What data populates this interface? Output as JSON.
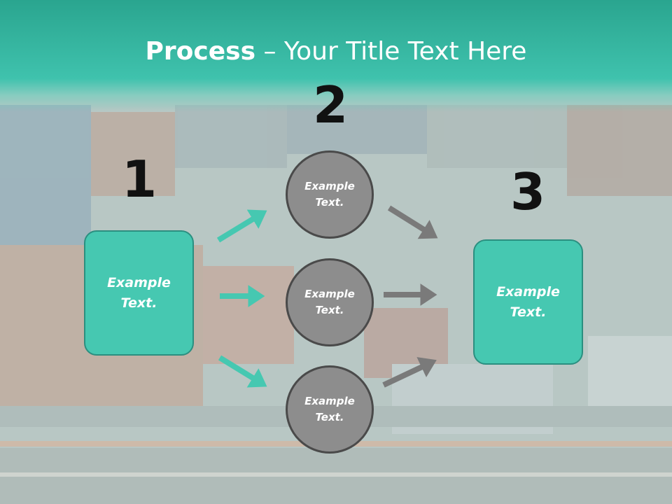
{
  "title": {
    "bold": "Process",
    "separator": " – ",
    "rest": "Your Title Text Here"
  },
  "steps": [
    {
      "number": "1",
      "text": "Example\nText."
    },
    {
      "number": "2",
      "items": [
        "Example\nText.",
        "Example\nText.",
        "Example\nText."
      ]
    },
    {
      "number": "3",
      "text": "Example\nText."
    }
  ],
  "colors": {
    "accent": "#46c8b1",
    "header": "#3fc2ad",
    "circle": "#8d8d8d",
    "gray_arrow": "#7a7a7a"
  }
}
